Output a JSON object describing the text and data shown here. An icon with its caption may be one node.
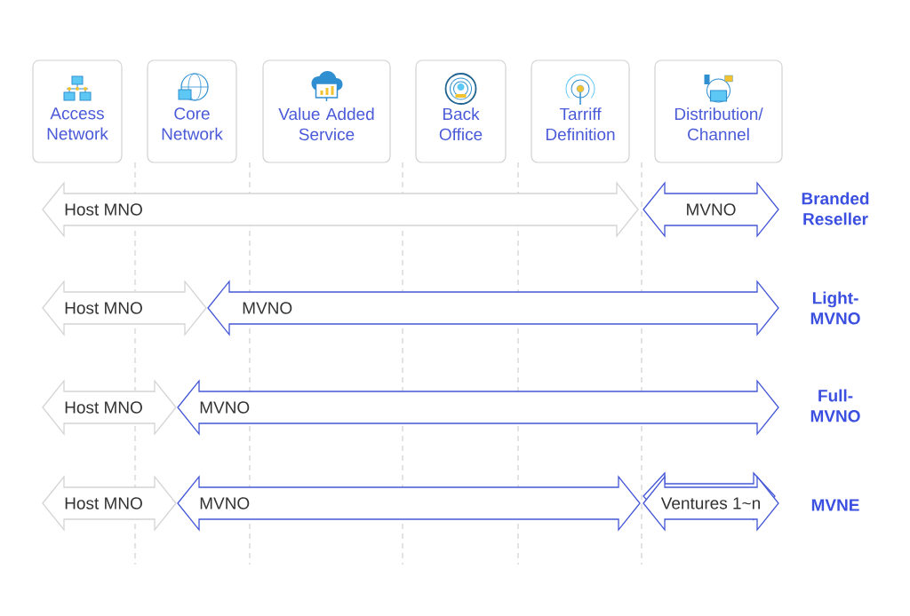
{
  "diagram": {
    "nodes": [
      {
        "text": [
          "Access Network"
        ]
      },
      {
        "text": [
          "Core Network"
        ]
      },
      {
        "text": [
          "Value Added Service"
        ]
      },
      {
        "text": [
          "Back Office"
        ]
      },
      {
        "text": [
          "Tarriff Definition"
        ]
      },
      {
        "text": [
          "Distribution/ Channel"
        ]
      },
      {
        "text": [
          "Host MNO"
        ]
      },
      {
        "text": [
          "MVNO"
        ]
      },
      {
        "text": [
          "Host MNO"
        ]
      },
      {
        "text": [
          "MVNO"
        ]
      },
      {
        "text": [
          "Host MNO"
        ]
      },
      {
        "text": [
          "MVNO"
        ]
      },
      {
        "text": [
          "Host MNO"
        ]
      },
      {
        "text": [
          "MVNO"
        ]
      },
      {
        "text": [
          "Ventures 1~n"
        ]
      }
    ],
    "labels": [
      "Branded Reseller",
      "Light- MVNO",
      "Full- MVNO",
      "MVNE"
    ]
  }
}
